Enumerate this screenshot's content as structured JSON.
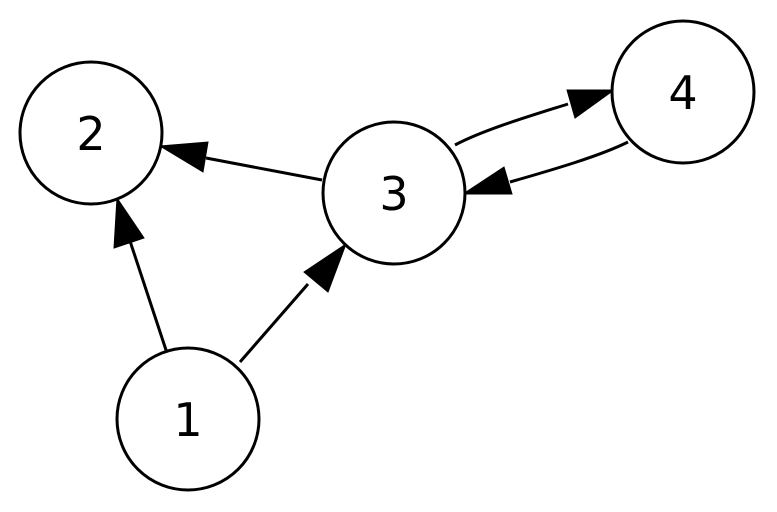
{
  "graph": {
    "nodes": [
      {
        "id": "1",
        "label": "1"
      },
      {
        "id": "2",
        "label": "2"
      },
      {
        "id": "3",
        "label": "3"
      },
      {
        "id": "4",
        "label": "4"
      }
    ],
    "edges": [
      {
        "from": "1",
        "to": "2"
      },
      {
        "from": "1",
        "to": "3"
      },
      {
        "from": "3",
        "to": "2"
      },
      {
        "from": "3",
        "to": "4"
      },
      {
        "from": "4",
        "to": "3"
      }
    ],
    "directed": true
  }
}
